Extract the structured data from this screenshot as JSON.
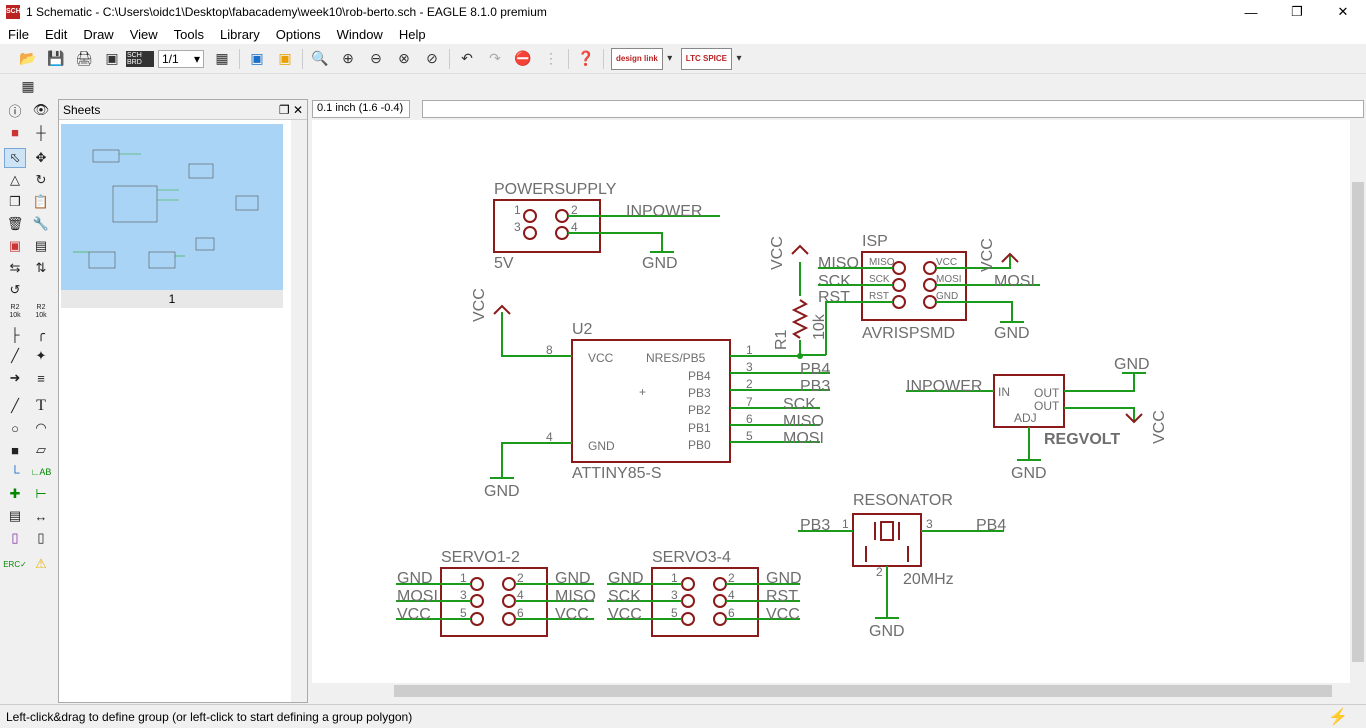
{
  "window": {
    "title": "1 Schematic - C:\\Users\\oidc1\\Desktop\\fabacademy\\week10\\rob-berto.sch - EAGLE 8.1.0 premium",
    "app_icon": "SCH"
  },
  "menu": [
    "File",
    "Edit",
    "Draw",
    "View",
    "Tools",
    "Library",
    "Options",
    "Window",
    "Help"
  ],
  "toolbar": {
    "sheet_select": "1/1",
    "designlink": "design link",
    "ltspice": "LTC SPICE",
    "sch_brd": "SCH BRD"
  },
  "sheets": {
    "title": "Sheets",
    "sheet_number": "1"
  },
  "coord": "0.1 inch (1.6 -0.4)",
  "status": "Left-click&drag to define group (or left-click to start defining a group polygon)",
  "left_tools": {
    "r2_label": "R2",
    "r2_value": "10k"
  },
  "schematic": {
    "colors": {
      "wire": "#008000",
      "part": "#8b1a1a",
      "text": "#6e6e6e"
    },
    "powersupply": {
      "name": "POWERSUPPLY",
      "value": "5V",
      "pins": [
        "1",
        "2",
        "3",
        "4"
      ],
      "net": "INPOWER",
      "gnd": "GND"
    },
    "isp": {
      "name": "ISP",
      "value": "AVRISPSMD",
      "pins_left": [
        "MISO",
        "SCK",
        "RST"
      ],
      "pins_right": [
        "VCC",
        "MOSI",
        "GND"
      ],
      "nets_left": [
        "MISO",
        "SCK",
        "RST"
      ],
      "net_right": "MOSI",
      "vcc": "VCC",
      "gnd": "GND"
    },
    "u2": {
      "name": "U2",
      "value": "ATTINY85-S",
      "pin_vcc": "VCC",
      "pin_gnd": "GND",
      "pins": [
        "NRES/PB5",
        "PB4",
        "PB3",
        "PB2",
        "PB1",
        "PB0"
      ],
      "pin_numbers": [
        "1",
        "3",
        "2",
        "7",
        "6",
        "5"
      ],
      "vcc_pin": "8",
      "gnd_pin": "4",
      "nets": [
        "PB4",
        "PB3",
        "SCK",
        "MISO",
        "MOSI"
      ],
      "vcc": "VCC",
      "gnd": "GND"
    },
    "r1": {
      "name": "R1",
      "value": "10k",
      "vcc": "VCC"
    },
    "regvolt": {
      "name": "REGVOLT",
      "pin_in": "IN",
      "pin_out1": "OUT",
      "pin_out2": "OUT",
      "pin_adj": "ADJ",
      "net_in": "INPOWER",
      "gnd_top": "GND",
      "gnd_bottom": "GND",
      "vcc": "VCC"
    },
    "resonator": {
      "name": "RESONATOR",
      "value": "20MHz",
      "pins": [
        "1",
        "3",
        "2"
      ],
      "net_left": "PB3",
      "net_right": "PB4",
      "gnd": "GND"
    },
    "servo12": {
      "name": "SERVO1-2",
      "pins": [
        "1",
        "2",
        "3",
        "4",
        "5",
        "6"
      ],
      "left": [
        "GND",
        "MOSI",
        "VCC"
      ],
      "right": [
        "GND",
        "MISO",
        "VCC"
      ]
    },
    "servo34": {
      "name": "SERVO3-4",
      "pins": [
        "1",
        "2",
        "3",
        "4",
        "5",
        "6"
      ],
      "left": [
        "GND",
        "SCK",
        "VCC"
      ],
      "right": [
        "GND",
        "RST",
        "VCC"
      ]
    }
  }
}
